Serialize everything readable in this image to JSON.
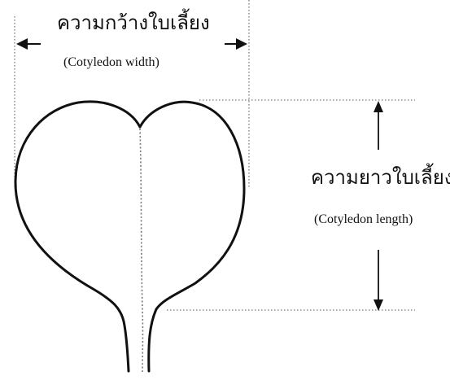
{
  "width_label": {
    "thai": "ความกว้างใบเลี้ยง",
    "english": "(Cotyledon width)"
  },
  "length_label": {
    "thai": "ความยาวใบเลี้ยง",
    "english": "(Cotyledon length)"
  },
  "colors": {
    "stroke": "#111111",
    "guide": "#555555",
    "midrib": "#777777",
    "background": "#ffffff"
  }
}
